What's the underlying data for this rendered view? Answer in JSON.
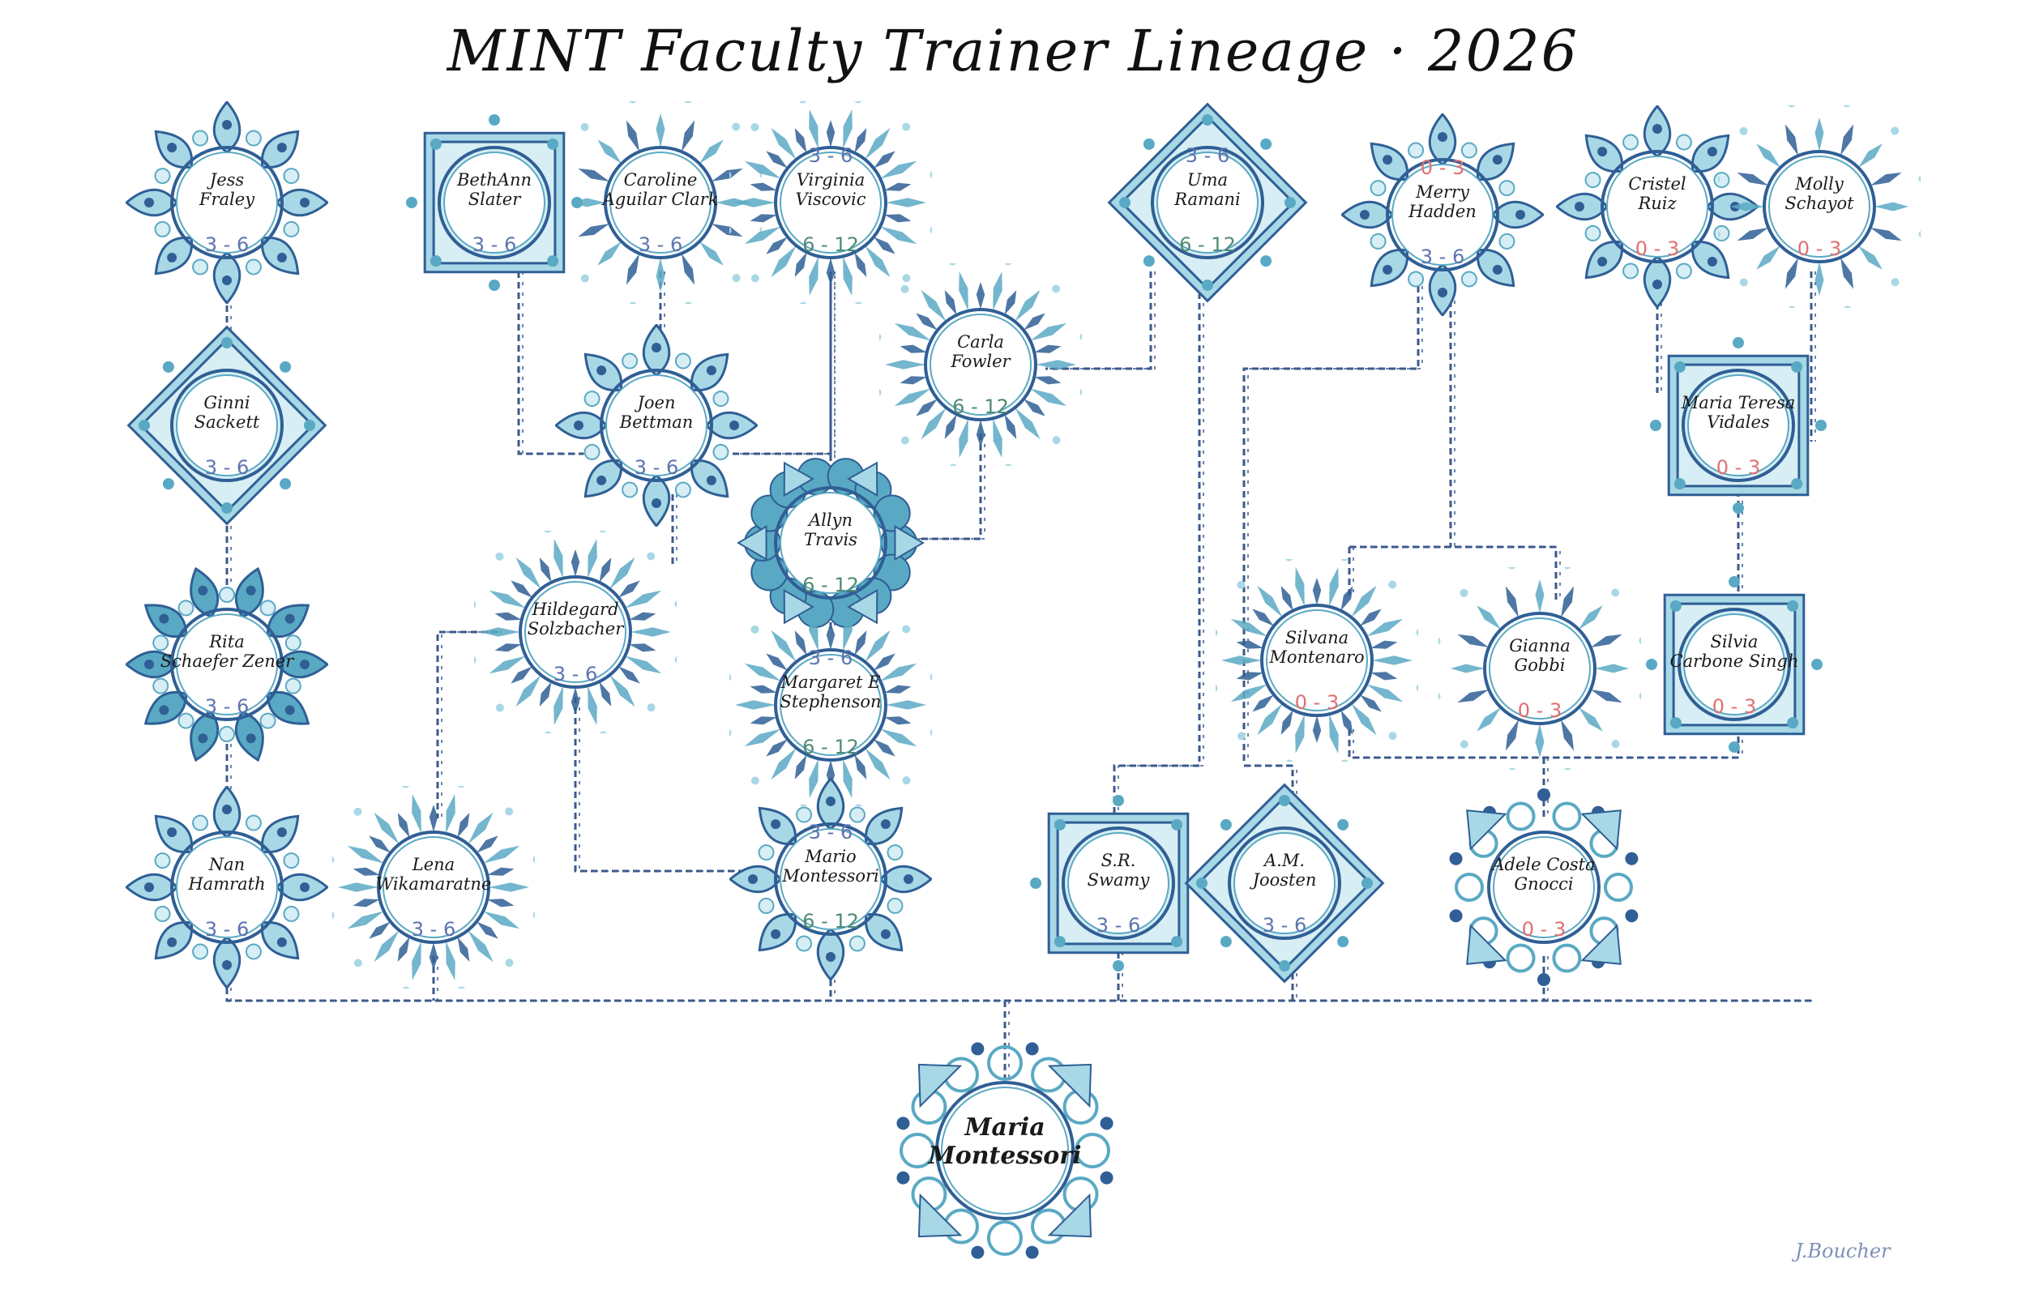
{
  "title": "MINT Faculty Trainer Lineage · 2026",
  "signature": "J.Boucher",
  "colors": {
    "line": "#3c5a8c",
    "dark": "#2f5f95",
    "mid": "#5aa9c4",
    "light": "#a8d8e6",
    "pale": "#d6eef4",
    "level_3_6": "#5e74b0",
    "level_6_12": "#4f8a74",
    "level_0_3": "#e07070"
  },
  "nodes": [
    {
      "id": "jess",
      "name": [
        "Jess",
        "Fraley"
      ],
      "levels": [
        "3 - 6"
      ]
    },
    {
      "id": "bethann",
      "name": [
        "BethAnn",
        "Slater"
      ],
      "levels": [
        "3 - 6"
      ]
    },
    {
      "id": "caroline",
      "name": [
        "Caroline",
        "Aguilar Clark"
      ],
      "levels": [
        "3 - 6"
      ]
    },
    {
      "id": "virginia",
      "name": [
        "Virginia",
        "Viscovic"
      ],
      "levels": [
        "3 - 6",
        "6 - 12"
      ]
    },
    {
      "id": "uma",
      "name": [
        "Uma",
        "Ramani"
      ],
      "levels": [
        "3 - 6",
        "6 - 12"
      ]
    },
    {
      "id": "merry",
      "name": [
        "Merry",
        "Hadden"
      ],
      "levels": [
        "0 - 3",
        "3 - 6"
      ]
    },
    {
      "id": "cristel",
      "name": [
        "Cristel",
        "Ruiz"
      ],
      "levels": [
        "0 - 3"
      ]
    },
    {
      "id": "molly",
      "name": [
        "Molly",
        "Schayot"
      ],
      "levels": [
        "0 - 3"
      ]
    },
    {
      "id": "ginni",
      "name": [
        "Ginni",
        "Sackett"
      ],
      "levels": [
        "3 - 6"
      ]
    },
    {
      "id": "joen",
      "name": [
        "Joen",
        "Bettman"
      ],
      "levels": [
        "3 - 6"
      ]
    },
    {
      "id": "carla",
      "name": [
        "Carla",
        "Fowler"
      ],
      "levels": [
        "6 - 12"
      ]
    },
    {
      "id": "allyn",
      "name": [
        "Allyn",
        "Travis"
      ],
      "levels": [
        "6 - 12"
      ]
    },
    {
      "id": "mariateresa",
      "name": [
        "Maria Teresa",
        "Vidales"
      ],
      "levels": [
        "0 - 3"
      ]
    },
    {
      "id": "rita",
      "name": [
        "Rita",
        "Schaefer Zener"
      ],
      "levels": [
        "3 - 6"
      ]
    },
    {
      "id": "hildegard",
      "name": [
        "Hildegard",
        "Solzbacher"
      ],
      "levels": [
        "3 - 6"
      ]
    },
    {
      "id": "margaret",
      "name": [
        "Margaret E",
        "Stephenson"
      ],
      "levels": [
        "3 - 6",
        "6 - 12"
      ]
    },
    {
      "id": "silvana",
      "name": [
        "Silvana",
        "Montenaro"
      ],
      "levels": [
        "0 - 3"
      ]
    },
    {
      "id": "gianna",
      "name": [
        "Gianna",
        "Gobbi"
      ],
      "levels": [
        "0 - 3"
      ]
    },
    {
      "id": "silvia",
      "name": [
        "Silvia",
        "Carbone Singh"
      ],
      "levels": [
        "0 - 3"
      ]
    },
    {
      "id": "nan",
      "name": [
        "Nan",
        "Hamrath"
      ],
      "levels": [
        "3 - 6"
      ]
    },
    {
      "id": "lena",
      "name": [
        "Lena",
        "Wikamaratne"
      ],
      "levels": [
        "3 - 6"
      ]
    },
    {
      "id": "mario",
      "name": [
        "Mario",
        "Montessori"
      ],
      "levels": [
        "3 - 6",
        "6 - 12"
      ]
    },
    {
      "id": "swamy",
      "name": [
        "S.R.",
        "Swamy"
      ],
      "levels": [
        "3 - 6"
      ]
    },
    {
      "id": "joosten",
      "name": [
        "A.M.",
        "Joosten"
      ],
      "levels": [
        "3 - 6"
      ]
    },
    {
      "id": "adele",
      "name": [
        "Adele Costa",
        "Gnocci"
      ],
      "levels": [
        "0 - 3"
      ]
    },
    {
      "id": "maria",
      "name": [
        "Maria",
        "Montessori"
      ],
      "levels": []
    }
  ]
}
